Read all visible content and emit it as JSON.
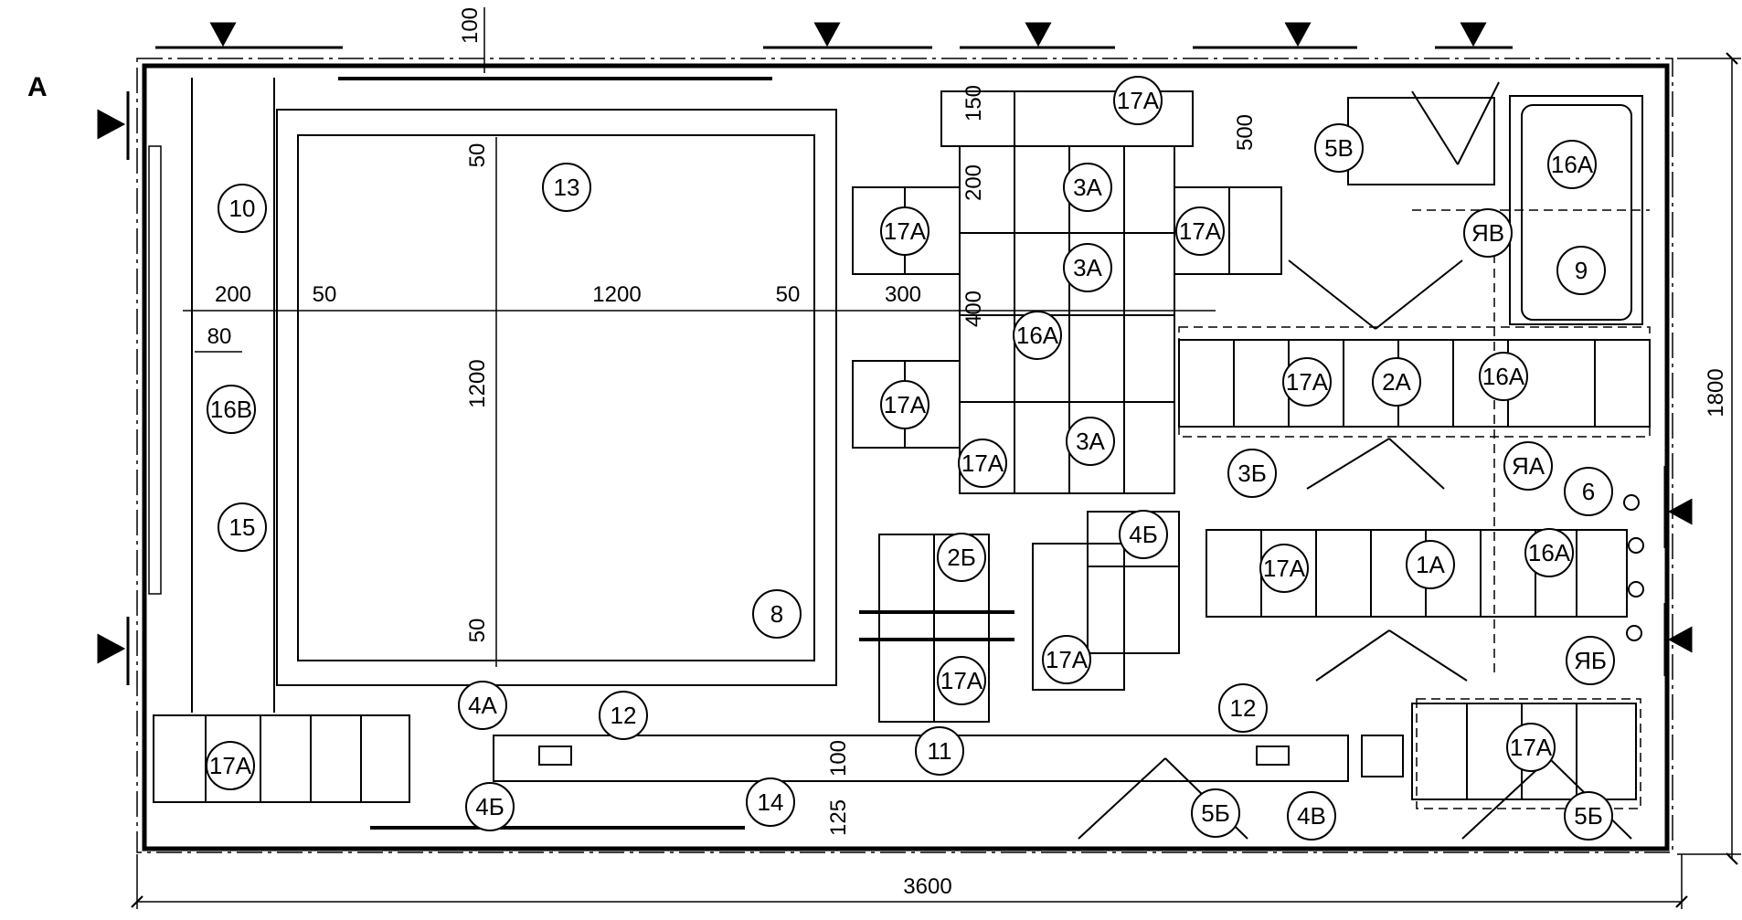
{
  "sheet_letter": "А",
  "dimensions": {
    "overall_width": "3600",
    "overall_height": "1800",
    "top_offset": "100",
    "left_strip": "200",
    "left_gap": "50",
    "pool_width": "1200",
    "right_gap": "50",
    "mid_gap": "300",
    "strip_80": "80",
    "top_50": "50",
    "pool_height": "1200",
    "bottom_50": "50",
    "d150": "150",
    "d200": "200",
    "d400": "400",
    "d500": "500",
    "d100": "100",
    "d125": "125"
  },
  "labels": {
    "l10": "10",
    "l13": "13",
    "l8": "8",
    "l9": "9",
    "l11": "11",
    "l12a": "12",
    "l12b": "12",
    "l14": "14",
    "l15": "15",
    "l16v": "16В",
    "l17a_top": "17А",
    "l3a_1": "3А",
    "l17a_l1": "17А",
    "l17a_r1": "17А",
    "l3a_2": "3А",
    "l16a_mid": "16А",
    "l17a_l2": "17А",
    "l17a_bl": "17А",
    "l3a_3": "3А",
    "l5v": "5В",
    "l16a_tr": "16А",
    "lyav": "ЯВ",
    "l17a_row2": "17А",
    "l2a": "2А",
    "l16a_row2": "16А",
    "l3b": "3Б",
    "lyaa": "ЯА",
    "l6": "6",
    "l17a_row1": "17А",
    "l1a": "1А",
    "l16a_row1": "16А",
    "l4b_r": "4Б",
    "l2b": "2Б",
    "l17a_c": "17А",
    "l17a_d": "17А",
    "lyab": "ЯБ",
    "l17a_br": "17А",
    "l5b_r": "5Б",
    "l4v": "4В",
    "l5b_m": "5Б",
    "l4a": "4А",
    "l4b_l": "4Б",
    "l17a_bottomleft": "17А"
  }
}
